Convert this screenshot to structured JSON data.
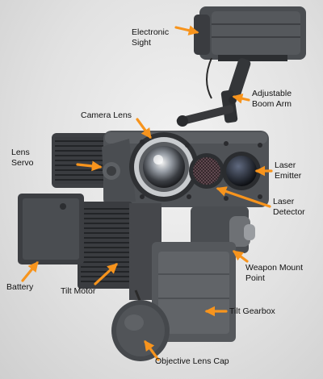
{
  "labels": {
    "electronic_sight": [
      "Electronic",
      "Sight"
    ],
    "boom_arm": [
      "Adjustable",
      "Boom Arm"
    ],
    "camera_lens": [
      "Camera Lens"
    ],
    "lens_servo": [
      "Lens",
      "Servo"
    ],
    "laser_emitter": [
      "Laser",
      "Emitter"
    ],
    "laser_detector": [
      "Laser",
      "Detector"
    ],
    "battery": [
      "Battery"
    ],
    "tilt_motor": [
      "Tilt Motor"
    ],
    "weapon_mount": [
      "Weapon Mount",
      "Point"
    ],
    "tilt_gearbox": [
      "Tilt Gearbox"
    ],
    "lens_cap": [
      "Objective Lens Cap"
    ]
  },
  "colors": {
    "arrow": "#f7941d",
    "body": "#45484c",
    "body_dark": "#2d2f32",
    "background": "#e4e4e4"
  }
}
